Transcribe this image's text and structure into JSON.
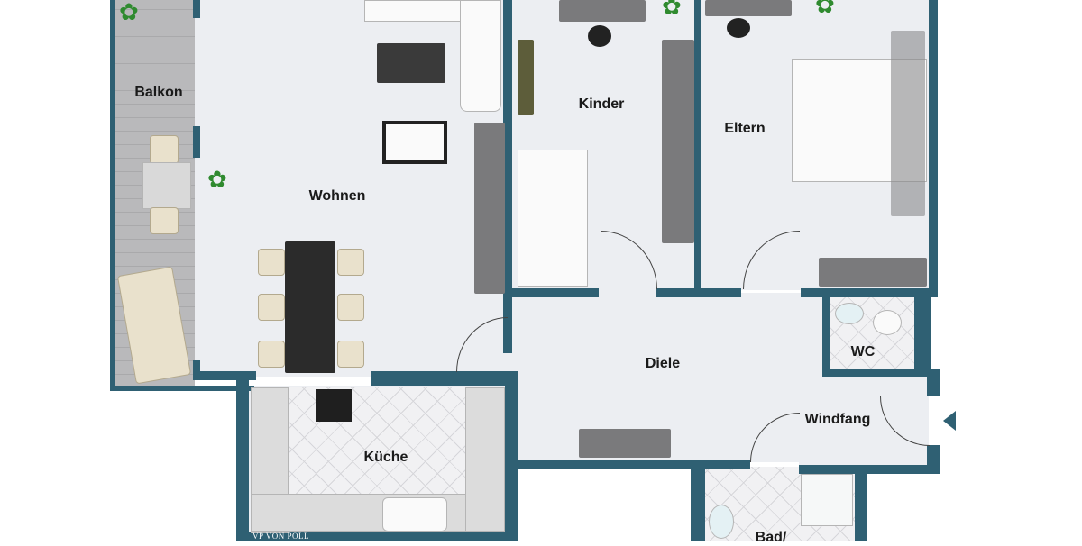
{
  "plan": {
    "rooms": [
      {
        "id": "balkon",
        "label": "Balkon"
      },
      {
        "id": "wohnen",
        "label": "Wohnen"
      },
      {
        "id": "kinder",
        "label": "Kinder"
      },
      {
        "id": "eltern",
        "label": "Eltern"
      },
      {
        "id": "diele",
        "label": "Diele"
      },
      {
        "id": "wc",
        "label": "WC"
      },
      {
        "id": "windfang",
        "label": "Windfang"
      },
      {
        "id": "kueche",
        "label": "Küche"
      },
      {
        "id": "bad",
        "label": "Bad/"
      }
    ],
    "logo_text": "VON POLL",
    "colors": {
      "wall": "#2f6073",
      "floor": "#eceef2",
      "furniture": "#7a7a7c"
    },
    "entrance_icon": "entrance-arrow-icon"
  }
}
